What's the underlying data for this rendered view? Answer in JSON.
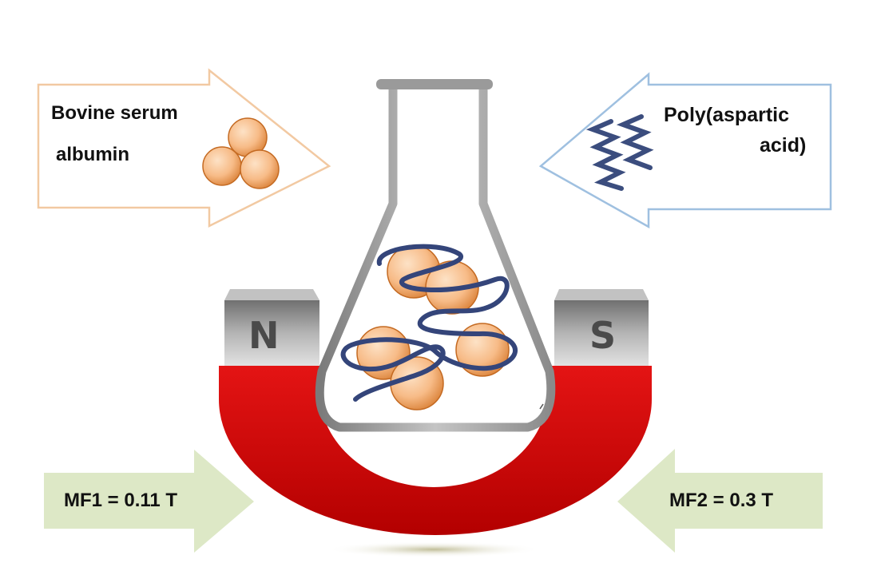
{
  "inputs": {
    "left": {
      "line1": "Bovine serum",
      "line2": "albumin",
      "icon": "protein-spheres-icon"
    },
    "right": {
      "line1": "Poly(aspartic",
      "line2": "acid)",
      "icon": "polymer-helix-icon"
    }
  },
  "magnet": {
    "north_label": "N",
    "south_label": "S",
    "body_color": "#d40b0b",
    "pole_color": "#8c8c8c"
  },
  "fields": {
    "left": "MF1 = 0.11 T",
    "right": "MF2 = 0.3 T"
  },
  "colors": {
    "albumin_arrow_border": "#f2c9a2",
    "polymer_arrow_border": "#9fc0e0",
    "field_arrow_fill": "#dde8c6",
    "sphere": "#f6b27a",
    "helix": "#3b4d7e"
  }
}
